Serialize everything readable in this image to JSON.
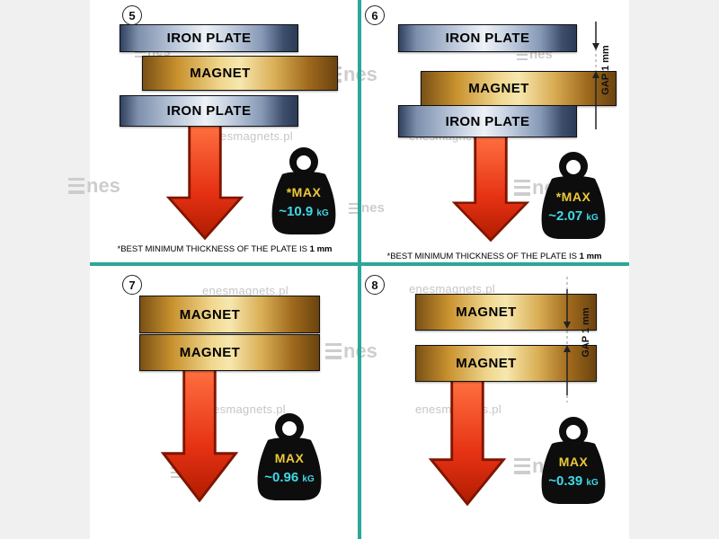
{
  "colors": {
    "divider_teal": "#2aa79b",
    "max_yellow": "#edc93a",
    "value_cyan": "#40d8e8",
    "arrow_red": "#d42a0a",
    "iron_steel_blue": "#8598b5",
    "magnet_gold": "#d9ae55"
  },
  "watermark": {
    "text": "enesmagnets.pl",
    "logo": "nes"
  },
  "panels": [
    {
      "number": "5",
      "layers": [
        "IRON PLATE",
        "MAGNET",
        "IRON PLATE"
      ],
      "weight": {
        "label": "*MAX",
        "value": "~10.9",
        "unit": "kG"
      },
      "footnote": {
        "prefix": "*BEST MINIMUM THICKNESS OF THE PLATE IS ",
        "bold": "1 mm"
      }
    },
    {
      "number": "6",
      "layers": [
        "IRON PLATE",
        "MAGNET",
        "IRON PLATE"
      ],
      "gap_label": "GAP 1 mm",
      "weight": {
        "label": "*MAX",
        "value": "~2.07",
        "unit": "kG"
      },
      "footnote": {
        "prefix": "*BEST MINIMUM THICKNESS OF THE PLATE IS ",
        "bold": "1 mm"
      }
    },
    {
      "number": "7",
      "layers": [
        "MAGNET",
        "MAGNET"
      ],
      "weight": {
        "label": "MAX",
        "value": "~0.96",
        "unit": "kG"
      }
    },
    {
      "number": "8",
      "layers": [
        "MAGNET",
        "MAGNET"
      ],
      "gap_label": "GAP 1 mm",
      "weight": {
        "label": "MAX",
        "value": "~0.39",
        "unit": "kG"
      }
    }
  ]
}
